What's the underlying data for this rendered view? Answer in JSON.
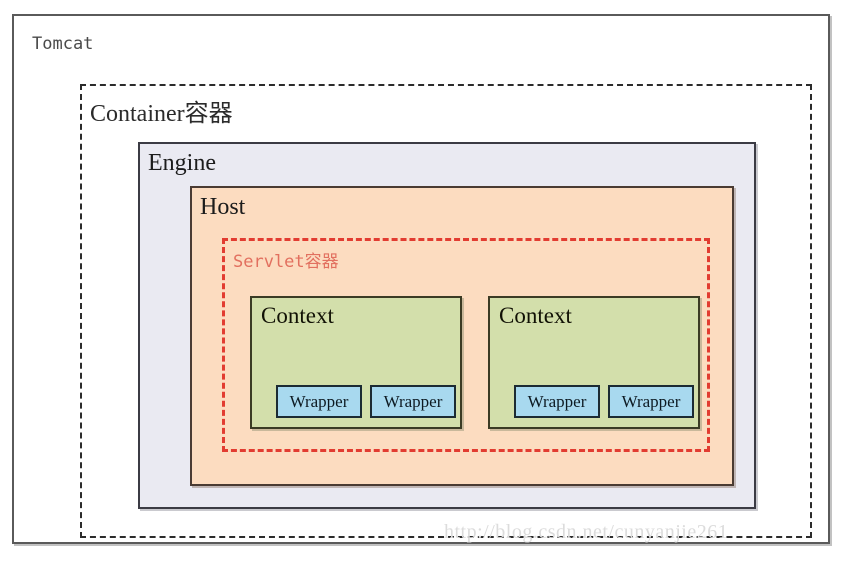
{
  "diagram": {
    "title": "Tomcat",
    "watermark": "http://blog.csdn.net/cunyanjie261",
    "colors": {
      "engine_bg": "#eaeaf2",
      "host_bg": "#fcdcc0",
      "context_bg": "#d3dfab",
      "wrapper_bg": "#a8d9ef",
      "servlet_border": "#e23c31",
      "servlet_text": "#e2705f",
      "outer_border": "#5a5a5a"
    },
    "tomcat": {
      "label": "Tomcat",
      "container": {
        "label": "Container容器",
        "engine": {
          "label": "Engine",
          "host": {
            "label": "Host",
            "servlet": {
              "label": "Servlet容器",
              "contexts": [
                {
                  "label": "Context",
                  "wrappers": [
                    {
                      "label": "Wrapper"
                    },
                    {
                      "label": "Wrapper"
                    }
                  ]
                },
                {
                  "label": "Context",
                  "wrappers": [
                    {
                      "label": "Wrapper"
                    },
                    {
                      "label": "Wrapper"
                    }
                  ]
                }
              ]
            }
          }
        }
      }
    }
  }
}
